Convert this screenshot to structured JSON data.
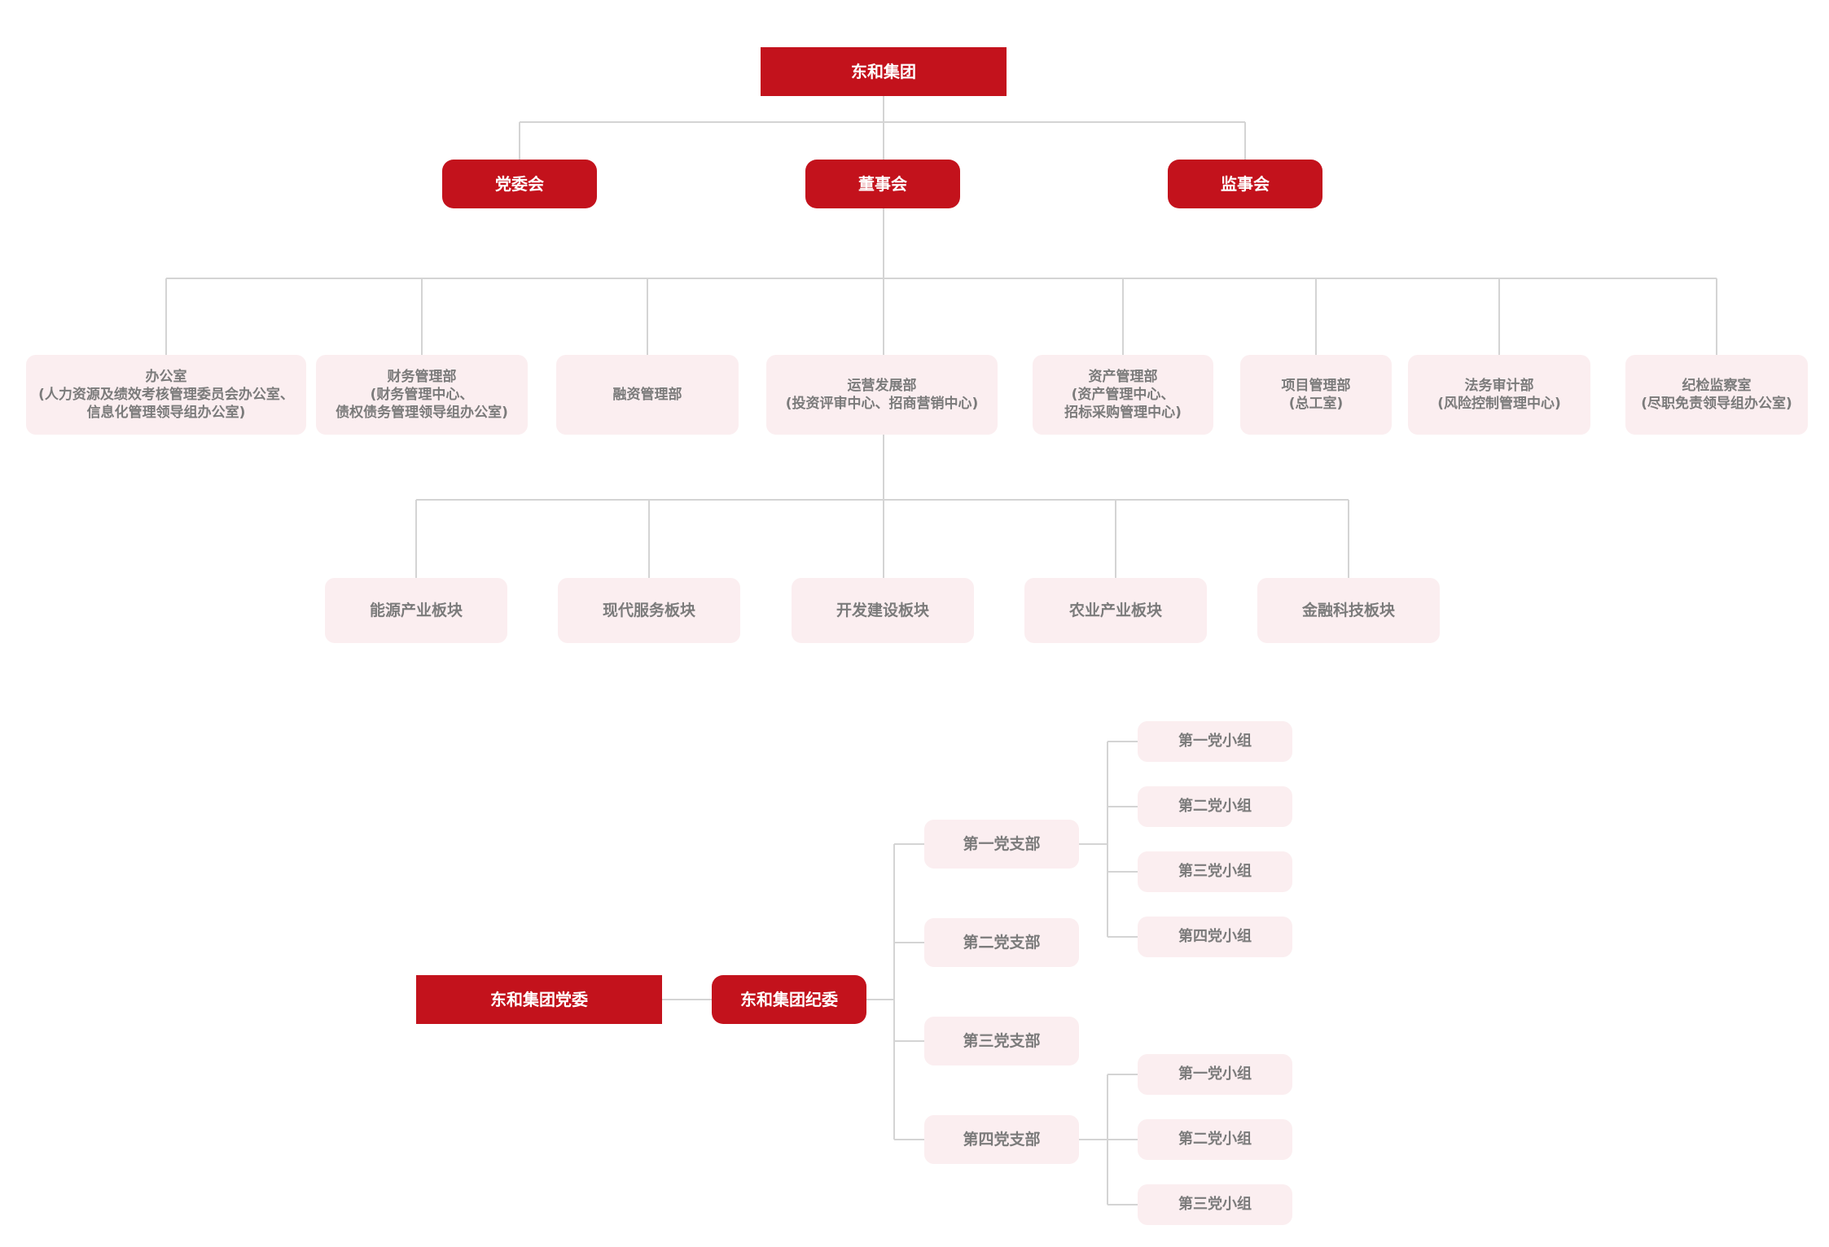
{
  "org_chart": {
    "root": "东和集团",
    "governance": [
      "党委会",
      "董事会",
      "监事会"
    ],
    "departments": [
      [
        "办公室",
        "(人力资源及绩效考核管理委员会办公室、",
        "信息化管理领导组办公室)"
      ],
      [
        "财务管理部",
        "(财务管理中心、",
        "债权债务管理领导组办公室)"
      ],
      [
        "融资管理部"
      ],
      [
        "运营发展部",
        "(投资评审中心、招商营销中心)"
      ],
      [
        "资产管理部",
        "(资产管理中心、",
        "招标采购管理中心)"
      ],
      [
        "项目管理部",
        "(总工室)"
      ],
      [
        "法务审计部",
        "(风险控制管理中心)"
      ],
      [
        "纪检监察室",
        "(尽职免责领导组办公室)"
      ]
    ],
    "segments": [
      "能源产业板块",
      "现代服务板块",
      "开发建设板块",
      "农业产业板块",
      "金融科技板块"
    ]
  },
  "party_chart": {
    "committee": "东和集团党委",
    "discipline": "东和集团纪委",
    "branches": [
      "第一党支部",
      "第二党支部",
      "第三党支部",
      "第四党支部"
    ],
    "branch1_groups": [
      "第一党小组",
      "第二党小组",
      "第三党小组",
      "第四党小组"
    ],
    "branch4_groups": [
      "第一党小组",
      "第二党小组",
      "第三党小组"
    ]
  },
  "colors": {
    "primary": "#c3121c",
    "light": "#fbeef0",
    "line": "#d4d4d4",
    "muted_text": "#7b7b7b"
  }
}
